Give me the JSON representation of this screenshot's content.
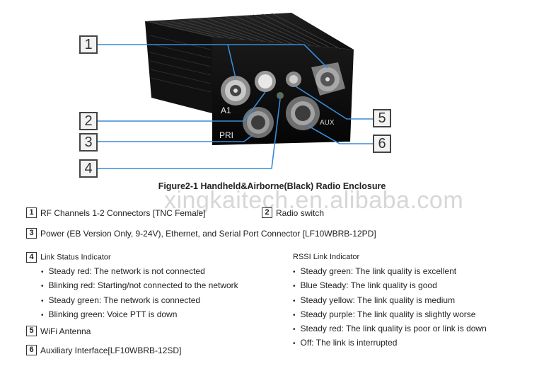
{
  "figure": {
    "callouts": [
      "1",
      "2",
      "3",
      "4",
      "5",
      "6"
    ],
    "label_a1": "A1",
    "label_pri": "PRI",
    "label_aux": "AUX",
    "caption": "Figure2-1 Handheld&Airborne(Black) Radio Enclosure"
  },
  "watermark": "xingkaitech.en.alibaba.com",
  "legend": {
    "item1": {
      "num": "1",
      "text": "RF Channels 1-2 Connectors [TNC Female]"
    },
    "item2": {
      "num": "2",
      "text": "Radio switch"
    },
    "item3": {
      "num": "3",
      "text": "Power (EB Version Only, 9-24V), Ethernet, and Serial Port Connector [LF10WBRB-12PD]"
    },
    "item4": {
      "num": "4",
      "text": "Link Status Indicator",
      "bullets": [
        "Steady red: The network is not connected",
        "Blinking red: Starting/not connected to the network",
        "Steady green: The network is connected",
        "Blinking green: Voice PTT is down"
      ]
    },
    "item5": {
      "num": "5",
      "text": "WiFi Antenna"
    },
    "item6": {
      "num": "6",
      "text": "Auxiliary Interface[LF10WBRB-12SD]"
    },
    "rssi": {
      "title": "RSSI Link Indicator",
      "bullets": [
        "Steady green: The link quality is excellent",
        "Blue Steady: The link quality is good",
        "Steady yellow: The link quality is medium",
        "Steady purple: The link quality is slightly worse",
        "Steady red: The link quality is poor or link is down",
        "Off: The link is interrupted"
      ]
    }
  }
}
